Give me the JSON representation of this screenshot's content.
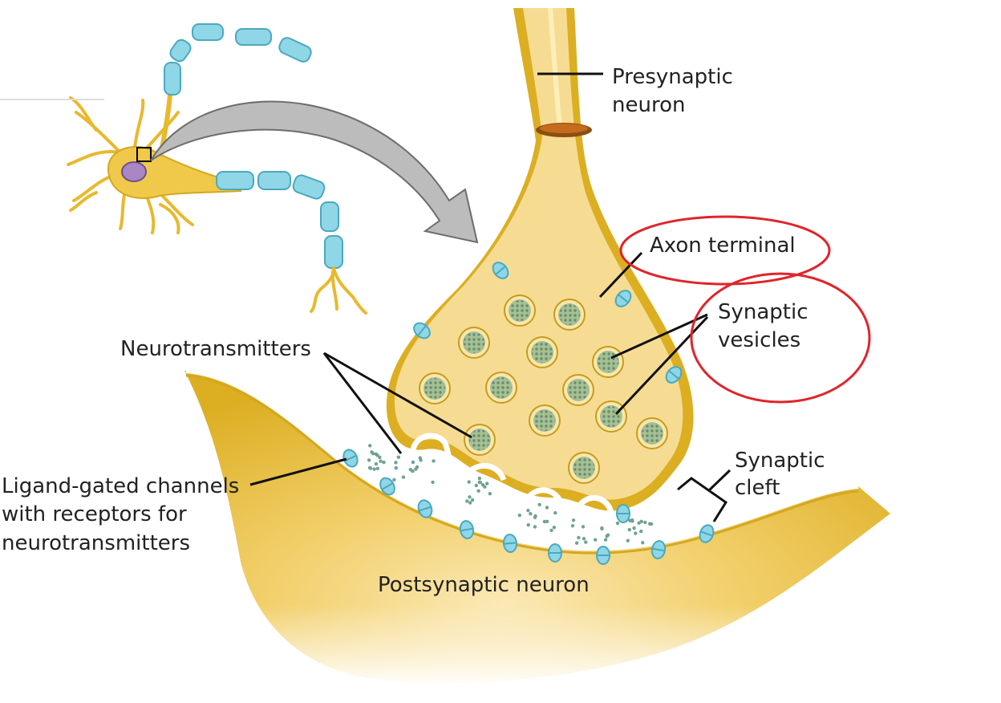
{
  "labels": {
    "presynaptic_l1": "Presynaptic",
    "presynaptic_l2": "neuron",
    "axon_terminal": "Axon terminal",
    "synaptic_vesicles_l1": "Synaptic",
    "synaptic_vesicles_l2": "vesicles",
    "neurotransmitters": "Neurotransmitters",
    "ligand_l1": "Ligand-gated channels",
    "ligand_l2": "with receptors for",
    "ligand_l3": "neurotransmitters",
    "synaptic_cleft_l1": "Synaptic",
    "synaptic_cleft_l2": "cleft",
    "postsynaptic": "Postsynaptic neuron"
  },
  "colors": {
    "neuron_fill": "#f0c94a",
    "neuron_outline": "#d4a81f",
    "postsynaptic_fill": "#e1b52b",
    "terminal_inner": "#f6dc93",
    "myelin": "#8fd6e6",
    "myelin_dark": "#4aa9bf",
    "soma_nucleus": "#a987c4",
    "arrow": "#b9b9b9",
    "vesicle_dot": "#7fae9e",
    "highlight_ring": "#e0242b",
    "leader_line": "#111111"
  }
}
